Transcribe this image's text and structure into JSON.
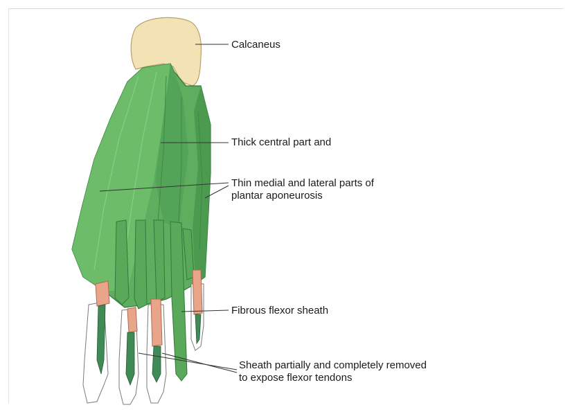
{
  "figure": {
    "labels": {
      "calcaneus": "Calcaneus",
      "central_part": "Thick central part and",
      "thin_parts_line1": "Thin medial and lateral parts of",
      "thin_parts_line2": "plantar aponeurosis",
      "fibrous_sheath": "Fibrous flexor sheath",
      "sheath_removed_line1": "Sheath partially and completely removed",
      "sheath_removed_line2": "to expose flexor tendons"
    },
    "colors": {
      "aponeurosis_green": "#5fae5f",
      "aponeurosis_light": "#8ccf86",
      "aponeurosis_dark": "#2f7a3a",
      "bone": "#f2e2b4",
      "bone_shadow": "#d9c48a",
      "tendon_sheath": "#e9a58a",
      "flexor_tendon": "#3f8a55",
      "phalanx_outline": "#7a7a7a"
    }
  }
}
